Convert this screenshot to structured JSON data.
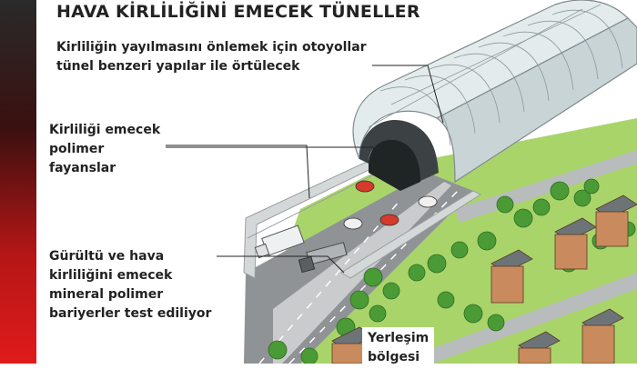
{
  "title": "HAVA KİRLİLİĞİNİ EMECEK TÜNELLER",
  "labels": {
    "tunnel_cover": [
      "Kirliliğin yayılmasını önlemek için otoyollar",
      "tünel benzeri yapılar ile örtülecek"
    ],
    "tiles": [
      "Kirliliği emecek",
      "polimer",
      "fayanslar"
    ],
    "barriers": [
      "Gürültü ve hava",
      "kirliliğini emecek",
      "mineral polimer",
      "bariyerler test ediliyor"
    ],
    "settlement": [
      "Yerleşim",
      "bölgesi"
    ]
  },
  "colors": {
    "side_bar": "#d81b1b",
    "grass": "#a9d46a",
    "road": "#8f9395",
    "tunnel_glass": "#dfe8ea",
    "house_wall": "#c98a5d",
    "house_roof": "#6d7477",
    "tree": "#4a9b35"
  }
}
